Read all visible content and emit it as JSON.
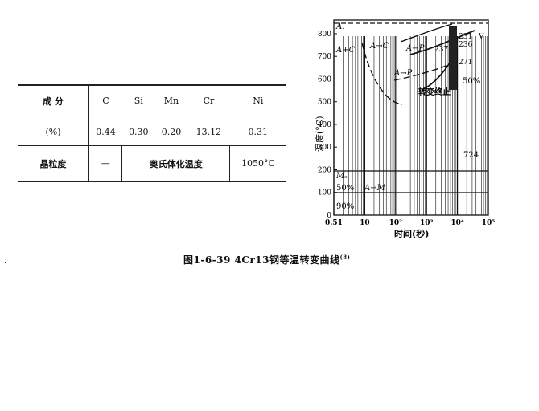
{
  "table": {
    "row1_label": "成 分",
    "row2_label": "(%)",
    "elements": [
      "C",
      "Si",
      "Mn",
      "Cr",
      "Ni"
    ],
    "values": [
      "0.44",
      "0.30",
      "0.20",
      "13.12",
      "0.31"
    ],
    "grain_label": "晶粒度",
    "grain_value": "—",
    "aust_label": "奥氏体化温度",
    "aust_value": "1050°C"
  },
  "chart_data": {
    "type": "line",
    "ylabel": "温度(°C)",
    "xlabel": "时间(秒)",
    "y_ticks": [
      "0",
      "100",
      "200",
      "300",
      "400",
      "500",
      "600",
      "700",
      "800"
    ],
    "x_ticks": [
      "0.51",
      "10",
      "10²",
      "10³",
      "10⁴",
      "10⁵"
    ],
    "ylim": [
      0,
      860
    ],
    "xscale": "log",
    "lines": {
      "A1": 840,
      "Ms": 200,
      "ms_50": 130
    },
    "labels": {
      "a1": "A₁",
      "a_plus_c": "A+C",
      "a_to_c": "A→C",
      "a_to_p_upper": "A→P",
      "a_to_p_lower": "A→P",
      "end_label": "转变终止",
      "ms": "Mₛ",
      "fifty_left": "50%",
      "ninety": "90%",
      "a_to_m": "A→M",
      "fifty_right": "50%"
    },
    "hardness_values": [
      "231",
      "V",
      "236",
      "237",
      "271",
      "724"
    ]
  },
  "caption": {
    "text": "图1-6-39   4Cr13钢等温转变曲线",
    "sup": "(8)"
  }
}
